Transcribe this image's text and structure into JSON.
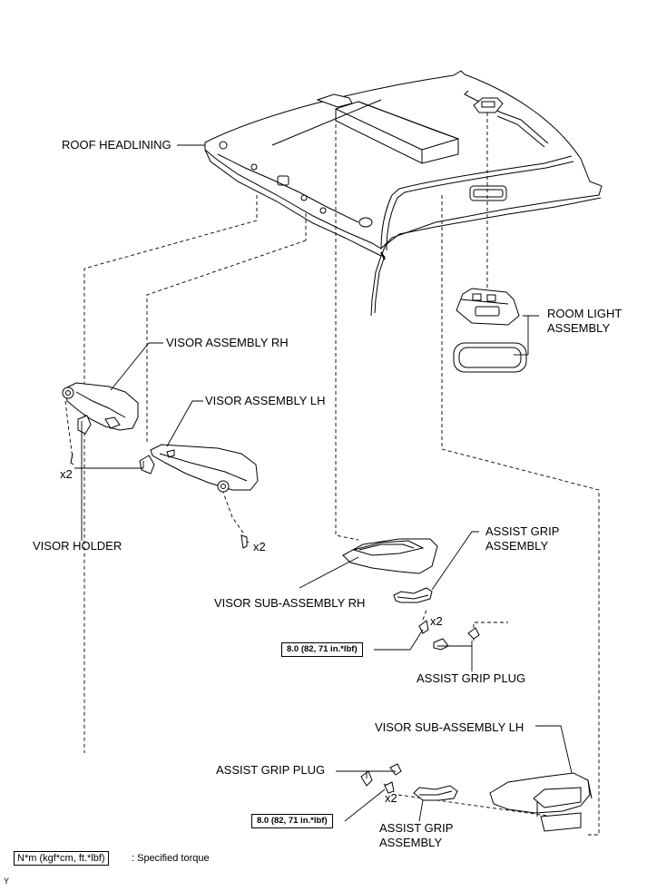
{
  "labels": {
    "roof_headlining": "ROOF HEADLINING",
    "visor_assembly_rh": "VISOR ASSEMBLY RH",
    "visor_assembly_lh": "VISOR ASSEMBLY LH",
    "visor_holder": "VISOR HOLDER",
    "room_light_line1": "ROOM LIGHT",
    "room_light_line2": "ASSEMBLY",
    "assist_grip_line1": "ASSIST GRIP",
    "assist_grip_line2": "ASSEMBLY",
    "visor_sub_rh": "VISOR SUB-ASSEMBLY RH",
    "assist_grip_plug_1": "ASSIST GRIP PLUG",
    "visor_sub_lh": "VISOR SUB-ASSEMBLY LH",
    "assist_grip_plug_2": "ASSIST GRIP PLUG",
    "assist_grip2_line1": "ASSIST GRIP",
    "assist_grip2_line2": "ASSEMBLY"
  },
  "quantities": {
    "q1": "x2",
    "q2": "x2",
    "q3": "x2",
    "q4": "x2"
  },
  "torque": {
    "spec_1": "8.0 (82, 71 in.*lbf)",
    "spec_2": "8.0 (82, 71 in.*lbf)"
  },
  "legend": {
    "unit": "N*m (kgf*cm, ft.*lbf)",
    "description": ": Specified torque"
  },
  "corner_mark": "Y"
}
